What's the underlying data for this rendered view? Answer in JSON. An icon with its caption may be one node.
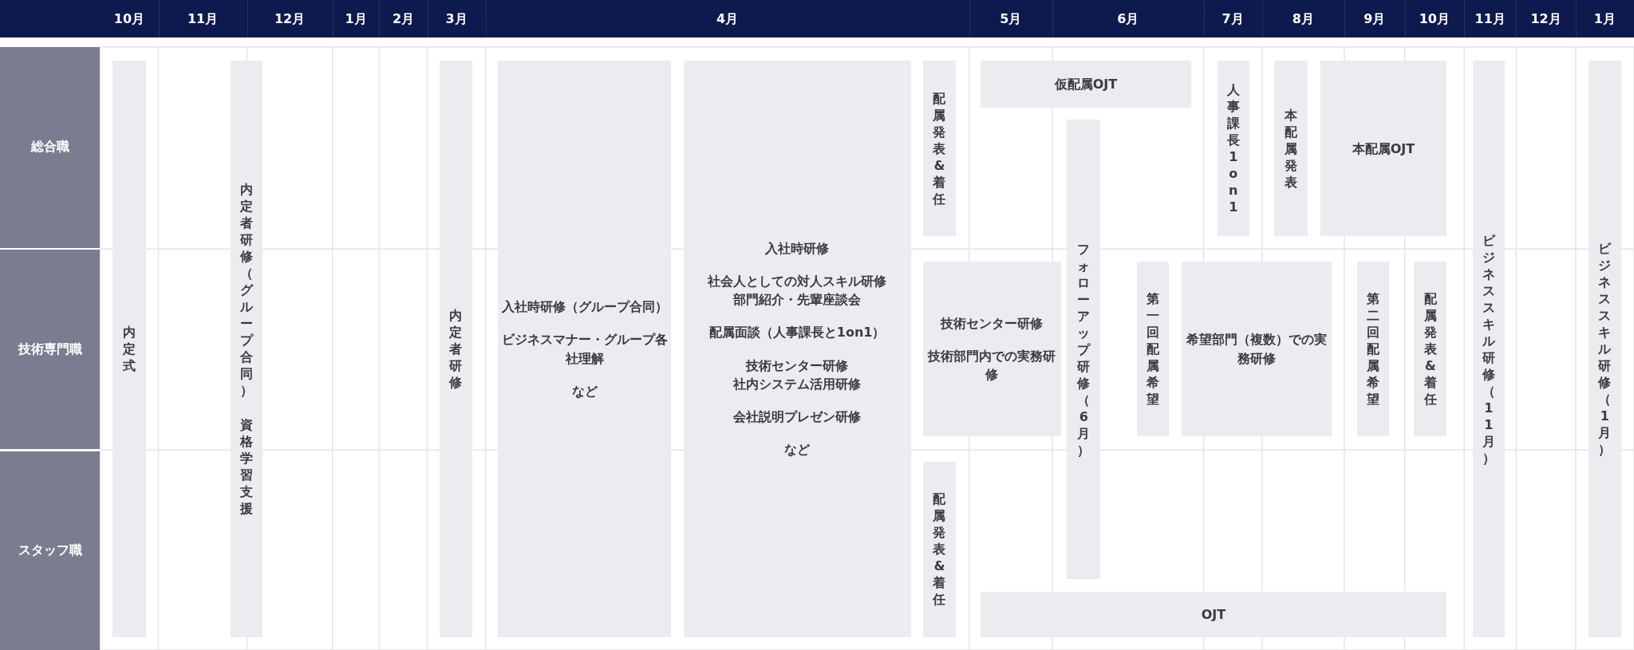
{
  "diagram": {
    "nodes": [
      {
        "text": [
          "総合職"
        ]
      },
      {
        "text": [
          "技術専門職"
        ]
      },
      {
        "text": [
          "スタッフ職"
        ]
      },
      {
        "text": [
          "内定式"
        ]
      },
      {
        "text": [
          "内定者研修（グループ合同）",
          "資格学習支援"
        ]
      },
      {
        "text": [
          "内定者研修"
        ]
      },
      {
        "text": [
          "入社時研修（グループ合同）",
          "ビジネスマナー・グループ各社理解",
          "など"
        ]
      },
      {
        "text": [
          "入社時研修",
          "社会人としての対人スキル研修",
          "部門紹介・先輩座談会",
          "配属面談（人事課長と1on1）",
          "技術センター研修",
          "社内システム活用研修",
          "会社説明プレゼン研修",
          "など"
        ]
      },
      {
        "text": [
          "配属発表&着任"
        ]
      },
      {
        "text": [
          "仮配属OJT"
        ]
      },
      {
        "text": [
          "フォローアップ研修（6月）"
        ]
      },
      {
        "text": [
          "人事課長1on1"
        ]
      },
      {
        "text": [
          "本配属発表"
        ]
      },
      {
        "text": [
          "本配属OJT"
        ]
      },
      {
        "text": [
          "ビジネススキル研修（11月）"
        ]
      },
      {
        "text": [
          "ビジネススキル研修（1月）"
        ]
      },
      {
        "text": [
          "技術センター研修",
          "技術部門内での実務研修"
        ]
      },
      {
        "text": [
          "第一回配属希望"
        ]
      },
      {
        "text": [
          "希望部門（複数）での実務研修"
        ]
      },
      {
        "text": [
          "第二回配属希望"
        ]
      },
      {
        "text": [
          "配属発表&着任"
        ]
      },
      {
        "text": [
          "配属発表&着任"
        ]
      },
      {
        "text": [
          "OJT"
        ]
      }
    ],
    "labels": [
      "10月",
      "11月",
      "12月",
      "1月",
      "2月",
      "3月",
      "4月",
      "5月",
      "6月",
      "7月",
      "8月",
      "9月",
      "10月",
      "11月",
      "12月",
      "1月"
    ]
  }
}
